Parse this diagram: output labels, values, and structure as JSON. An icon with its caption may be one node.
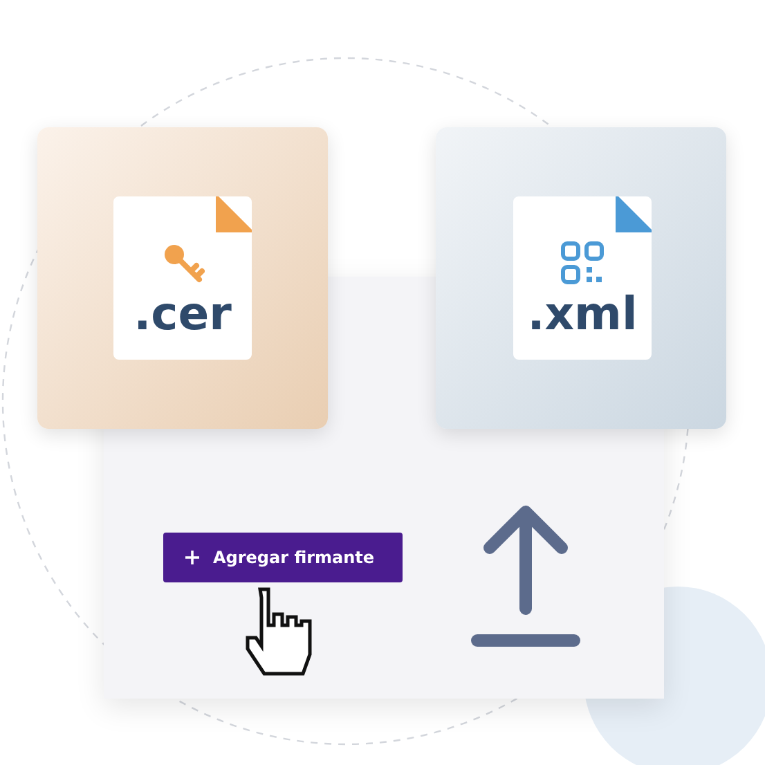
{
  "diagram": {
    "nodes": [
      {
        "text": [
          ".cer"
        ]
      },
      {
        "text": [
          ".xml"
        ]
      },
      {
        "text": [
          "Agregar firmante"
        ]
      }
    ]
  }
}
